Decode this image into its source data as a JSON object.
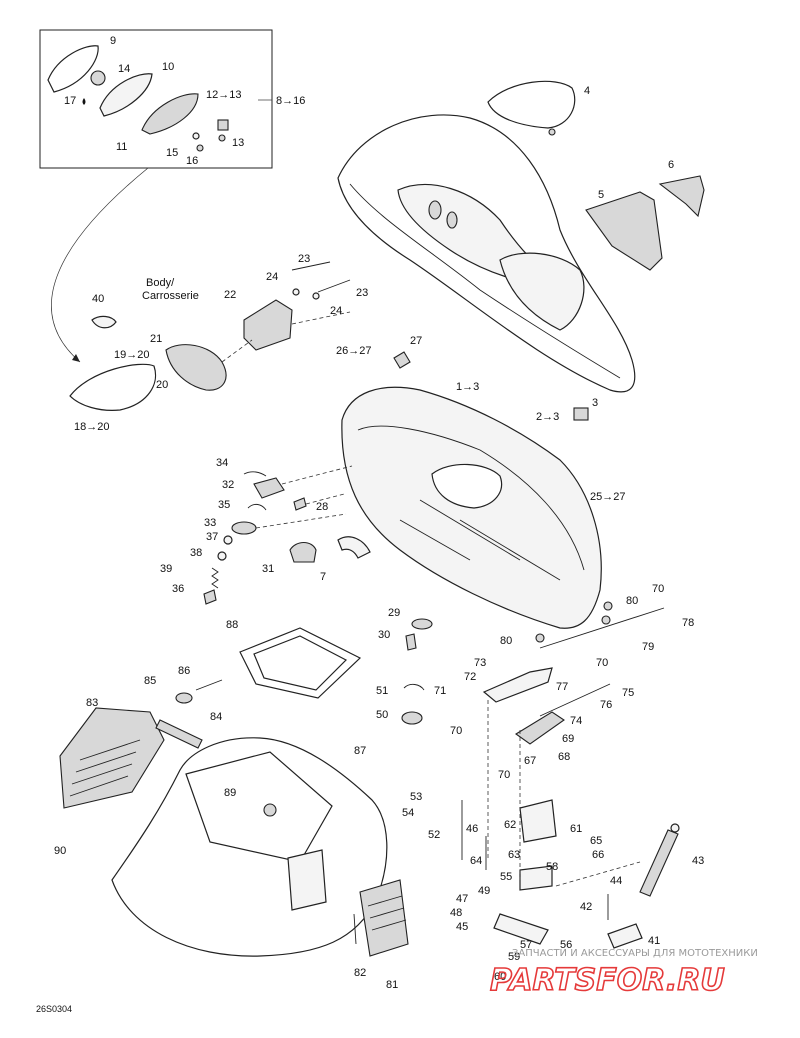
{
  "diagram": {
    "body_label_line1": "Body/",
    "body_label_line2": "Carrosserie",
    "figure_code": "26S0304",
    "callouts": {
      "c1": "1→3",
      "c2": "2→3",
      "c3": "3",
      "c4": "4",
      "c5": "5",
      "c6": "6",
      "c7": "7",
      "c8": "8→16",
      "c9": "9",
      "c10": "10",
      "c11": "11",
      "c12": "12→13",
      "c13": "13",
      "c14": "14",
      "c15": "15",
      "c16": "16",
      "c17": "17",
      "c18": "18→20",
      "c19": "19→20",
      "c20": "20",
      "c21": "21",
      "c22": "22",
      "c23a": "23",
      "c23b": "23",
      "c24a": "24",
      "c24b": "24",
      "c25": "25→27",
      "c26": "26→27",
      "c27": "27",
      "c28": "28",
      "c29": "29",
      "c30": "30",
      "c31": "31",
      "c32": "32",
      "c33": "33",
      "c34": "34",
      "c35": "35",
      "c36": "36",
      "c37": "37",
      "c38": "38",
      "c39": "39",
      "c40": "40",
      "c41": "41",
      "c42": "42",
      "c43": "43",
      "c44": "44",
      "c45": "45",
      "c46": "46",
      "c47": "47",
      "c48": "48",
      "c49": "49",
      "c50": "50",
      "c51": "51",
      "c52": "52",
      "c53": "53",
      "c54": "54",
      "c55": "55",
      "c56": "56",
      "c57": "57",
      "c58": "58",
      "c59": "59",
      "c60": "60",
      "c61": "61",
      "c62": "62",
      "c63": "63",
      "c64": "64",
      "c65": "65",
      "c66": "66",
      "c67": "67",
      "c68": "68",
      "c69": "69",
      "c70a": "70",
      "c70b": "70",
      "c70c": "70",
      "c70d": "70",
      "c71": "71",
      "c72": "72",
      "c73": "73",
      "c74": "74",
      "c75": "75",
      "c76": "76",
      "c77": "77",
      "c78": "78",
      "c79": "79",
      "c80a": "80",
      "c80b": "80",
      "c81": "81",
      "c82": "82",
      "c83": "83",
      "c84": "84",
      "c85": "85",
      "c86": "86",
      "c87": "87",
      "c88": "88",
      "c89": "89",
      "c90": "90"
    }
  },
  "watermark": {
    "caption": "ЗАПЧАСТИ И АКСЕССУАРЫ ДЛЯ МОТОТЕХНИКИ",
    "logo": "PARTSFOR.RU",
    "logo_color": "#e53a3a"
  }
}
